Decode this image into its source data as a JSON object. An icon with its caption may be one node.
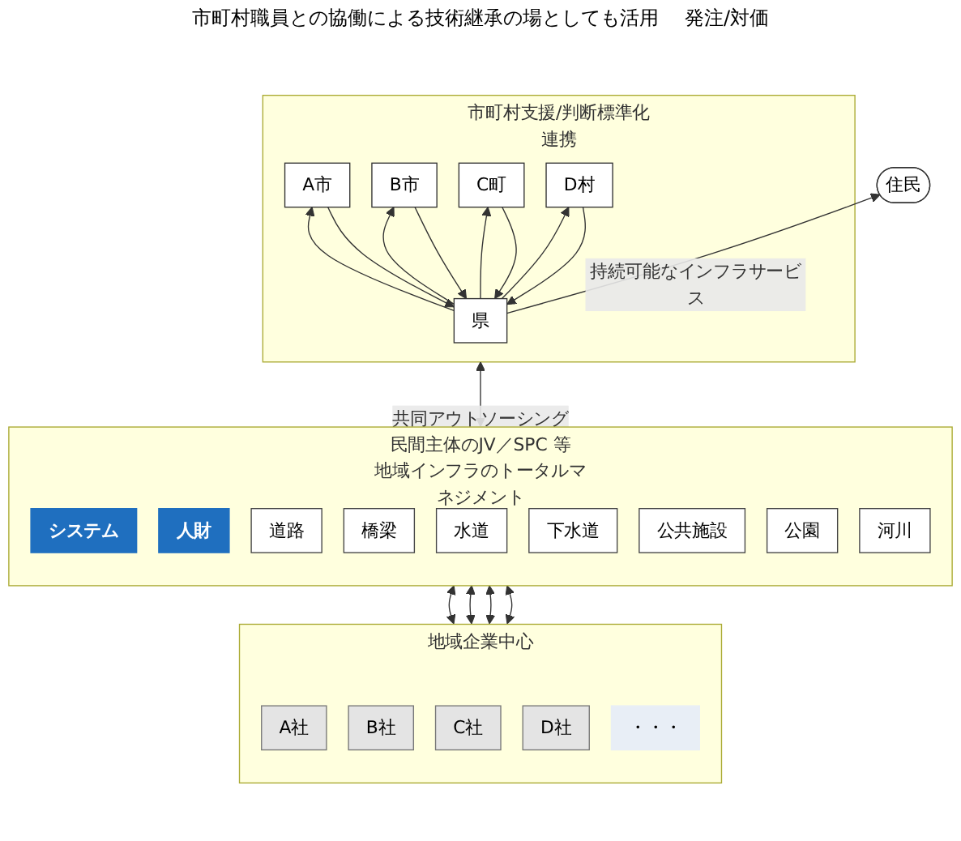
{
  "diagram": {
    "nodes": [
      {
        "text": [
          "住民"
        ]
      },
      {
        "text": [
          "市町村支援/判断標準化",
          "連携"
        ]
      },
      {
        "text": [
          "県"
        ],
        "in": 1
      },
      {
        "text": [
          "A市"
        ],
        "in": 1
      },
      {
        "text": [
          "B市"
        ],
        "in": 1
      },
      {
        "text": [
          "C町"
        ],
        "in": 1
      },
      {
        "text": [
          "D村"
        ],
        "in": 1
      },
      {
        "text": [
          "民間主体のJV／SPC 等",
          "地域インフラのトータルマネジメント"
        ]
      },
      {
        "text": [
          "システム"
        ],
        "in": 7
      },
      {
        "text": [
          "人財"
        ],
        "in": 7
      },
      {
        "text": [
          "道路"
        ],
        "in": 7
      },
      {
        "text": [
          "橋梁"
        ],
        "in": 7
      },
      {
        "text": [
          "水道"
        ],
        "in": 7
      },
      {
        "text": [
          "下水道"
        ],
        "in": 7
      },
      {
        "text": [
          "公共施設"
        ],
        "in": 7
      },
      {
        "text": [
          "公園"
        ],
        "in": 7
      },
      {
        "text": [
          "河川"
        ],
        "in": 7
      },
      {
        "text": [
          "地域企業中心"
        ]
      },
      {
        "text": [
          "A社"
        ],
        "in": 17
      },
      {
        "text": [
          "B社"
        ],
        "in": 17
      },
      {
        "text": [
          "C社"
        ],
        "in": 17
      },
      {
        "text": [
          "D社"
        ],
        "in": 17
      },
      {
        "text": [
          "・・・"
        ],
        "in": 17
      }
    ],
    "edges": [
      {
        "from": 2,
        "to": 0,
        "arrow": "to",
        "label": "持続可能なインフラサービス"
      },
      {
        "from": 2,
        "to": 3,
        "arrow": "to"
      },
      {
        "from": 3,
        "to": 2,
        "arrow": "to"
      },
      {
        "from": 2,
        "to": 4,
        "arrow": "to"
      },
      {
        "from": 4,
        "to": 2,
        "arrow": "to"
      },
      {
        "from": 2,
        "to": 5,
        "arrow": "to"
      },
      {
        "from": 5,
        "to": 2,
        "arrow": "to"
      },
      {
        "from": 2,
        "to": 6,
        "arrow": "to"
      },
      {
        "from": 6,
        "to": 2,
        "arrow": "to"
      },
      {
        "from": 1,
        "to": 7,
        "arrow": "both",
        "label": "共同アウトソーシング"
      },
      {
        "from": 7,
        "to": 17,
        "arrow": "both"
      },
      {
        "from": 7,
        "to": 17,
        "arrow": "both"
      },
      {
        "from": 7,
        "to": 17,
        "arrow": "both"
      },
      {
        "from": 7,
        "to": 17,
        "arrow": "both"
      }
    ],
    "labels": [
      "市町村職員との協働による技術継承の場としても活用",
      "発注/対価"
    ]
  }
}
